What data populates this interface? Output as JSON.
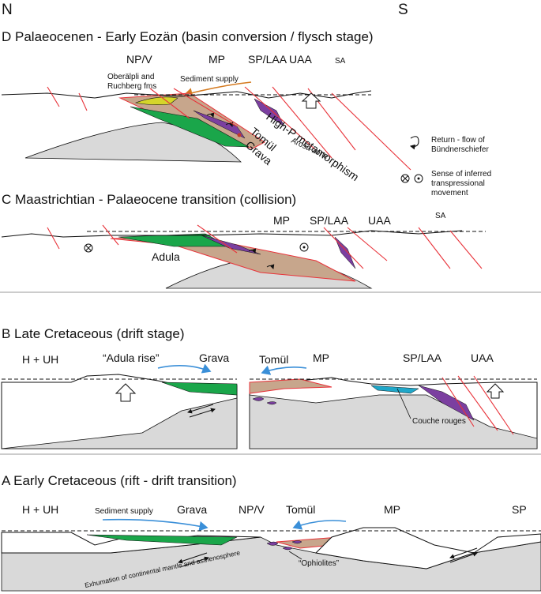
{
  "orientation": {
    "north": "N",
    "south": "S"
  },
  "panel_d": {
    "title": "D Palaeocenen - Early Eozän (basin conversion / flysch stage)",
    "units": [
      "NP/V",
      "MP",
      "SP/LAA",
      "UAA",
      "SA"
    ],
    "formation_label_1": "Oberälpli and",
    "formation_label_2": "Ruchberg fms",
    "sediment_supply": "Sediment supply",
    "arosa_zone": "Arosa zone",
    "metamorphism": "High-P metamorphism",
    "tomul": "Tomül",
    "grava": "Grava"
  },
  "legend": {
    "return_flow_1": "Return - flow of",
    "return_flow_2": "Bündnerschiefer",
    "transpression_1": "Sense of inferred",
    "transpression_2": "transpressional",
    "transpression_3": "movement"
  },
  "panel_c": {
    "title": "C Maastrichtian - Palaeocene transition (collision)",
    "units": [
      "MP",
      "SP/LAA",
      "UAA",
      "SA"
    ],
    "adula": "Adula"
  },
  "panel_b": {
    "title": "B Late Cretaceous (drift stage)",
    "units": [
      "H + UH",
      "“Adula rise”",
      "Grava",
      "Tomül",
      "MP",
      "SP/LAA",
      "UAA"
    ],
    "couche_rouges": "Couche rouges"
  },
  "panel_a": {
    "title": "A Early Cretaceous (rift - drift transition)",
    "units": [
      "H + UH",
      "Grava",
      "NP/V",
      "Tomül",
      "MP",
      "SP"
    ],
    "sediment_supply": "Sediment supply",
    "exhumation": "Exhumation of continental mantle and asthenosphere",
    "ophiolites": "“Ophiolites”"
  },
  "colors": {
    "green_basin": "#1aa64a",
    "tan_basin": "#c7a68c",
    "purple_ophiolite": "#7b3fa0",
    "cyan_couche": "#1fa7c9",
    "fault_red": "#e8333a",
    "arrow_blue": "#3a8fd8",
    "arrow_orange": "#d47a20",
    "basement_grey": "#d9d9d9"
  }
}
